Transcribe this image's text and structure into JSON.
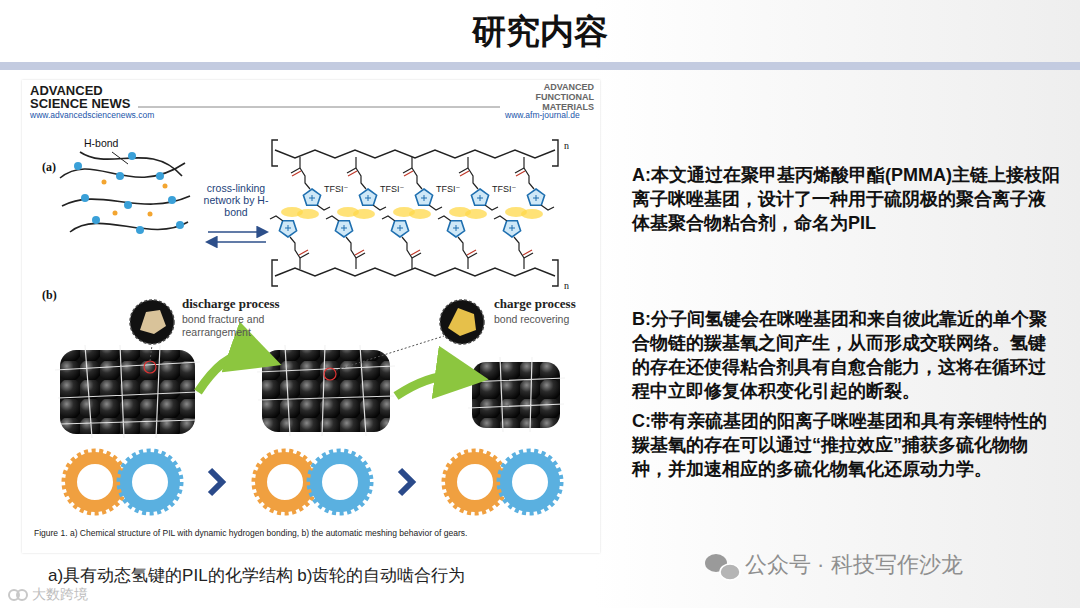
{
  "diagram": {
    "title": "研究内容",
    "caption": "a)具有动态氢键的PIL的化学结构 b)齿轮的自动啮合行为",
    "labels": [
      "ADVANCED SCIENCE NEWS",
      "www.advancedsciencenews.com",
      "ADVANCED FUNCTIONAL MATERIALS",
      "www.afm-journal.de",
      "(a)",
      "H-bond",
      "cross-linking network by H-bond",
      "TFSI⁻",
      "TFSI⁻",
      "TFSI⁻",
      "TFSI⁻",
      "n",
      "n",
      "(b)",
      "discharge process",
      "bond fracture and rearrangement",
      "charge process",
      "bond recovering",
      "Figure 1. a) Chemical structure of PIL with dynamic hydrogen bonding, b) the automatic meshing behavior of gears.",
      "A:本文通过在聚甲基丙烯酸甲酯(PMMA)主链上接枝阳离子咪唑基团，设计了一种用于硫阴极的聚合离子液体基聚合物粘合剂，命名为PIL",
      "B:分子间氢键会在咪唑基团和来自彼此靠近的单个聚合物链的羰基氧之间产生，从而形成交联网络。氢键的存在还使得粘合剂具有自愈合能力，这将在循环过程中立即修复体积变化引起的断裂。",
      "C:带有亲硫基团的阳离子咪唑基团和具有亲锂特性的羰基氧的存在可以通过“推拉效应”捕获多硫化物物种，并加速相应的多硫化物氧化还原动力学。",
      "公众号 · 科技写作沙龙",
      "大数跨境"
    ]
  }
}
